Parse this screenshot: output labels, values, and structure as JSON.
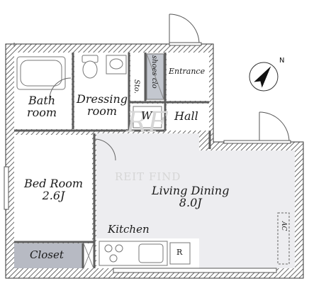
{
  "rooms": {
    "bath": {
      "line1": "Bath",
      "line2": "room"
    },
    "dressing": {
      "line1": "Dressing",
      "line2": "room"
    },
    "storage": {
      "label": "Sto."
    },
    "shoes_closet": {
      "label": "shoes clo"
    },
    "entrance": {
      "label": "Entrance"
    },
    "hall": {
      "label": "Hall"
    },
    "wm": {
      "label": "W"
    },
    "bedroom": {
      "line1": "Bed Room",
      "line2": "2.6J"
    },
    "living": {
      "line1": "Living Dining",
      "line2": "8.0J"
    },
    "kitchen": {
      "label": "Kitchen"
    },
    "closet": {
      "label": "Closet"
    },
    "fridge": {
      "label": "R"
    },
    "aircon": {
      "label": "AC"
    }
  },
  "compass": {
    "north_label": "N"
  },
  "watermark": {
    "logo": "RF",
    "text": "REIT FIND"
  },
  "colors": {
    "wall": "#5d5d5d",
    "floor": "#ffffff",
    "living_floor": "#ededf0",
    "closet_fill": "#b7bac3",
    "fixture": "#9a9a9a"
  }
}
